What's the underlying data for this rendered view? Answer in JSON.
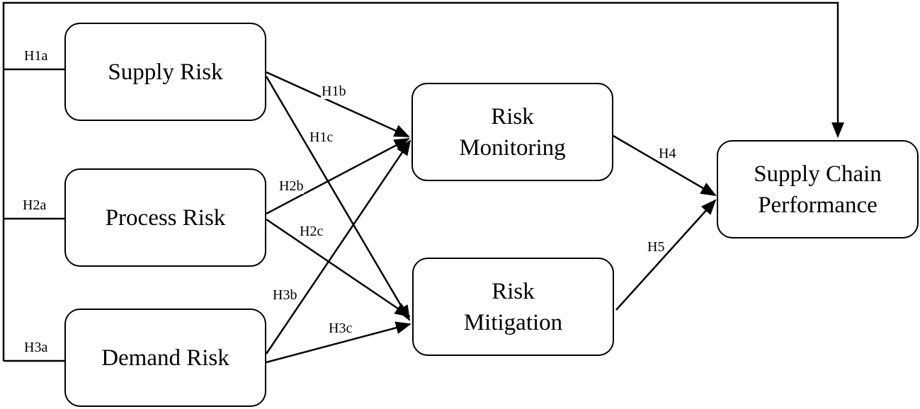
{
  "nodes": {
    "supply_risk": {
      "lines": [
        "Supply Risk"
      ]
    },
    "process_risk": {
      "lines": [
        "Process Risk"
      ]
    },
    "demand_risk": {
      "lines": [
        "Demand Risk"
      ]
    },
    "risk_monitoring": {
      "lines": [
        "Risk",
        "Monitoring"
      ]
    },
    "risk_mitigation": {
      "lines": [
        "Risk",
        "Mitigation"
      ]
    },
    "supply_chain_performance": {
      "lines": [
        "Supply Chain",
        "Performance"
      ]
    }
  },
  "hypotheses": {
    "h1a": "H1a",
    "h2a": "H2a",
    "h3a": "H3a",
    "h1b": "H1b",
    "h1c": "H1c",
    "h2b": "H2b",
    "h2c": "H2c",
    "h3b": "H3b",
    "h3c": "H3c",
    "h4": "H4",
    "h5": "H5"
  }
}
